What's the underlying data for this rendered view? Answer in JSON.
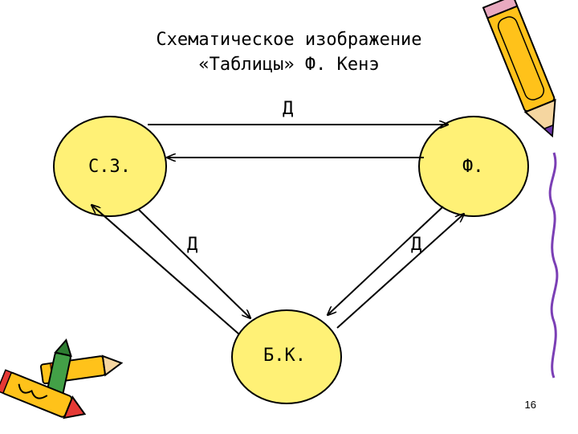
{
  "title": {
    "line1": "Схематическое изображение",
    "line2": "«Таблицы» Ф. Кенэ"
  },
  "nodes": {
    "left": "С.З.",
    "right": "Ф.",
    "bottom": "Б.К."
  },
  "edge_labels": {
    "top": "Д",
    "left": "Д",
    "right": "Д"
  },
  "page_number": "16",
  "colors": {
    "node_fill": "#FFF176",
    "stroke": "#000000",
    "background": "#FFFFFF"
  },
  "decorations": [
    "pencil-icon",
    "crayons-icon"
  ]
}
